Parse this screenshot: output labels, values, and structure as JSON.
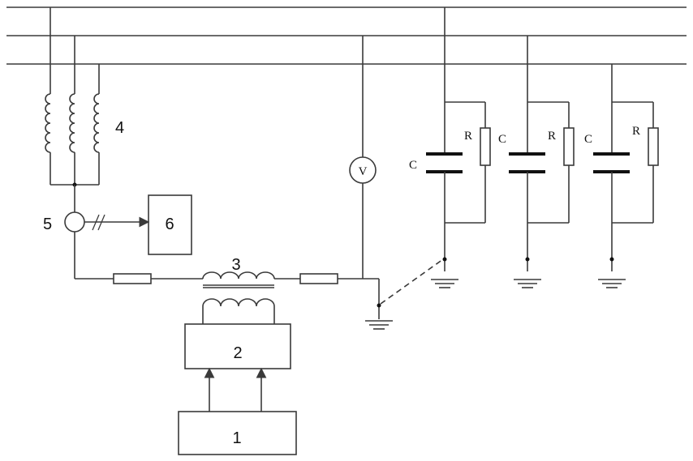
{
  "labels": {
    "n1": "1",
    "n2": "2",
    "n3": "3",
    "n4": "4",
    "n5": "5",
    "n6": "6",
    "voltmeter": "V",
    "capacitor": "C",
    "resistor": "R"
  }
}
